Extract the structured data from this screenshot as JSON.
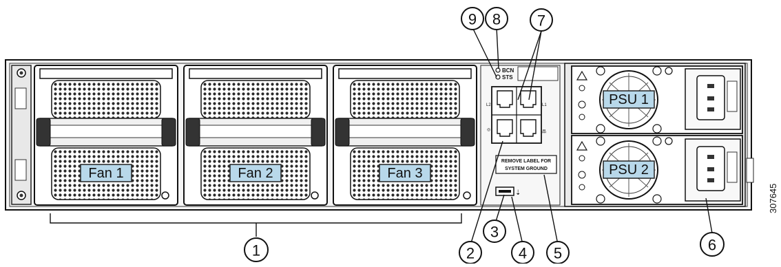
{
  "fans": [
    {
      "label": "Fan 1"
    },
    {
      "label": "Fan 2"
    },
    {
      "label": "Fan 3"
    }
  ],
  "psus": [
    {
      "label": "PSU 1"
    },
    {
      "label": "PSU 2"
    }
  ],
  "leds": {
    "bcn": "BCN",
    "sts": "STS"
  },
  "ports": {
    "l1": "L1",
    "l2": "L2"
  },
  "ground_label": {
    "line1": "REMOVE LABEL FOR",
    "line2": "SYSTEM GROUND"
  },
  "callouts": [
    "1",
    "2",
    "3",
    "4",
    "5",
    "6",
    "7",
    "8",
    "9"
  ],
  "figure_id": "307645"
}
